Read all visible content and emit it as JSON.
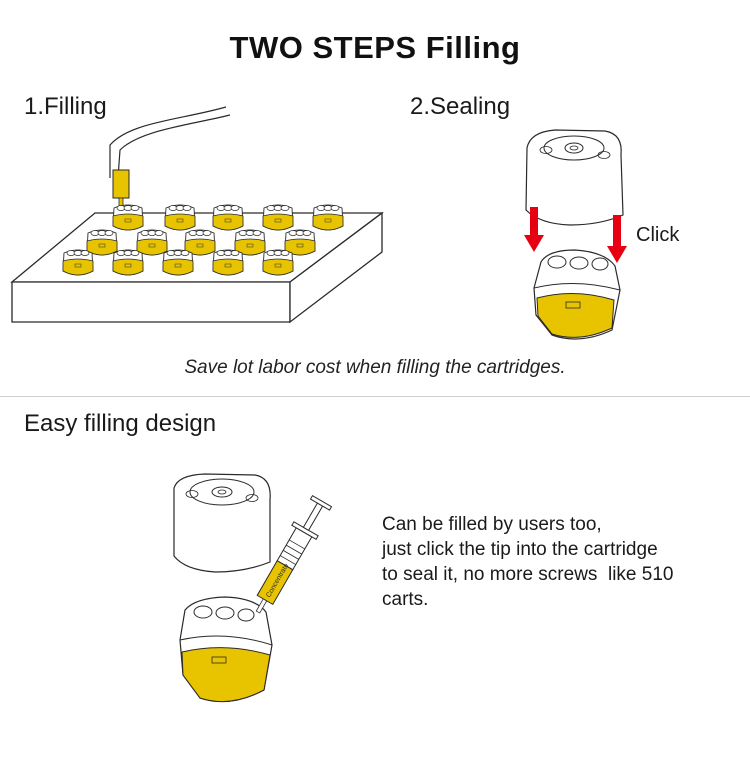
{
  "title": "TWO STEPS Filling",
  "step1": {
    "label": "1.Filling"
  },
  "step2": {
    "label": "2.Sealing",
    "click_label": "Click"
  },
  "caption": "Save lot labor cost when filling the cartridges.",
  "section2": {
    "heading": "Easy filling design",
    "description_lines": [
      "Can be filled by users too,",
      "just click the tip into the cartridge",
      "to seal it, no more screws  like 510",
      "carts."
    ],
    "syringe_label": "Concentrate"
  },
  "colors": {
    "oil": "#e8c400",
    "arrow": "#e60012",
    "outline": "#2a2a2a"
  }
}
